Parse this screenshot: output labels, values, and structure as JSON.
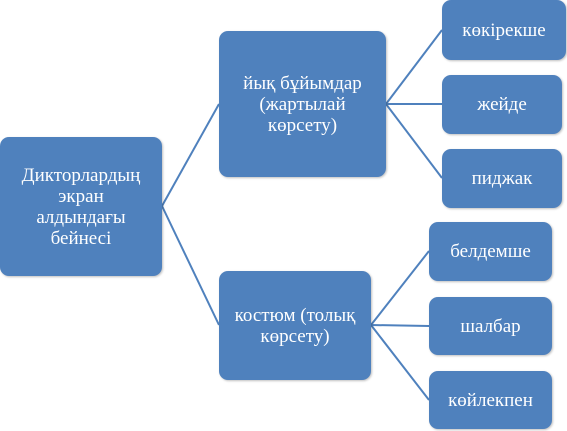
{
  "diagram": {
    "root": {
      "label": "Дикторлардың\nэкран\nалдындағы\nбейнесі"
    },
    "branches": [
      {
        "label": "йық бұйымдар\n(жартылай\nкөрсету)",
        "children": [
          "көкірекше",
          "жейде",
          "пиджак"
        ]
      },
      {
        "label": "костюм (толық\nкөрсету)",
        "children": [
          "белдемше",
          "шалбар",
          "көйлекпен"
        ]
      }
    ]
  },
  "colors": {
    "node_fill": "#4f81bd",
    "node_text": "#ffffff",
    "connector": "#4f81bd"
  }
}
